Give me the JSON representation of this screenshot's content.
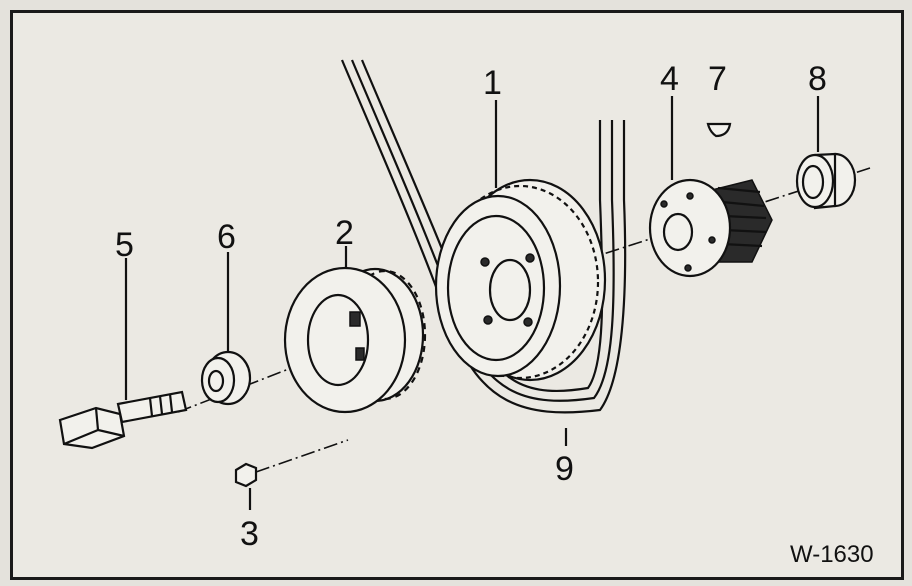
{
  "diagram": {
    "callouts": [
      {
        "id": "1",
        "label": "1"
      },
      {
        "id": "2",
        "label": "2"
      },
      {
        "id": "3",
        "label": "3"
      },
      {
        "id": "4",
        "label": "4"
      },
      {
        "id": "5",
        "label": "5"
      },
      {
        "id": "6",
        "label": "6"
      },
      {
        "id": "7",
        "label": "7"
      },
      {
        "id": "8",
        "label": "8"
      },
      {
        "id": "9",
        "label": "9"
      }
    ],
    "figure_code": "W-1630"
  }
}
